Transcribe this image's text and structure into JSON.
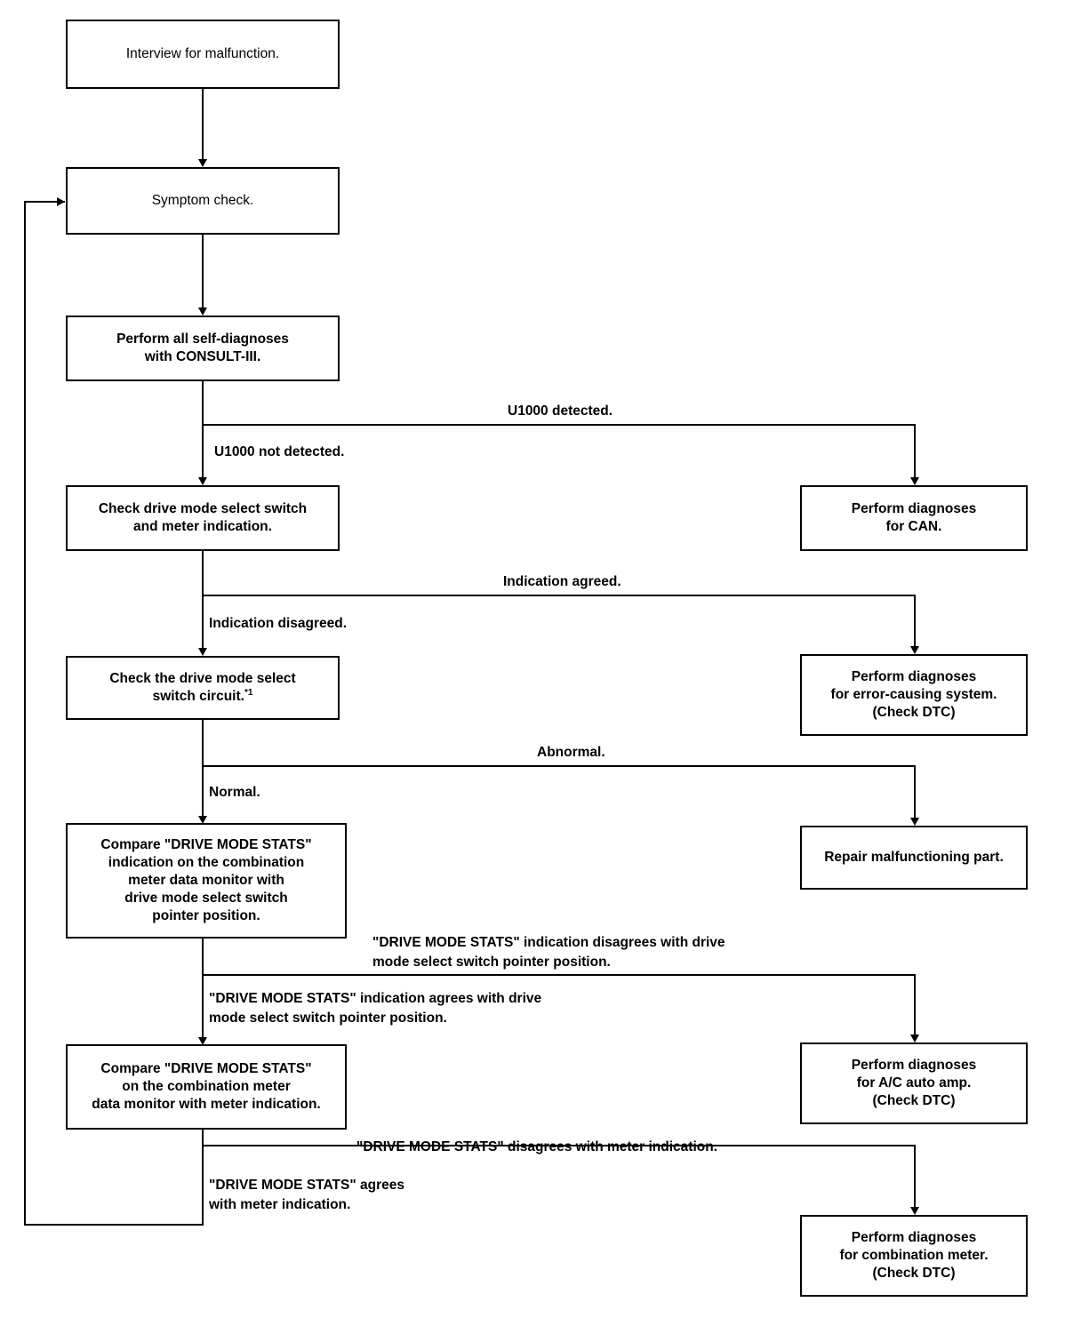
{
  "diagram": {
    "title": "Drive mode select switch diagnosis work flow",
    "type": "flowchart",
    "orientation": "top-to-bottom",
    "line_color": "#000000",
    "background_color": "#ffffff",
    "footnote_marker": "*1"
  },
  "nodes": [
    {
      "id": "interview",
      "label": "Interview for malfunction.",
      "column": "main",
      "bold": false
    },
    {
      "id": "symptom_check",
      "label": "Symptom check.",
      "column": "main",
      "bold": false
    },
    {
      "id": "self_diagnoses",
      "label": "Perform all self-diagnoses\nwith CONSULT-III.",
      "column": "main",
      "bold": true
    },
    {
      "id": "check_switch_meter",
      "label": "Check drive mode select switch\nand meter indication.",
      "column": "main",
      "bold": true
    },
    {
      "id": "check_circuit",
      "label": "Check the drive mode select\nswitch circuit.",
      "label_suffix": "*1",
      "column": "main",
      "bold": true
    },
    {
      "id": "compare_pointer",
      "label": "Compare \"DRIVE MODE STATS\"\nindication on the combination\nmeter data monitor with\ndrive mode select switch\npointer position.",
      "column": "main",
      "bold": true
    },
    {
      "id": "compare_meter",
      "label": "Compare \"DRIVE MODE STATS\"\non the combination meter\ndata monitor with meter indication.",
      "column": "main",
      "bold": true
    },
    {
      "id": "diag_can",
      "label": "Perform diagnoses\nfor CAN.",
      "column": "right",
      "bold": true
    },
    {
      "id": "diag_error_system",
      "label": "Perform diagnoses\nfor error-causing system.\n(Check DTC)",
      "column": "right",
      "bold": true
    },
    {
      "id": "repair_part",
      "label": "Repair malfunctioning part.",
      "column": "right",
      "bold": true
    },
    {
      "id": "diag_ac_amp",
      "label": "Perform diagnoses\nfor A/C auto amp.\n(Check DTC)",
      "column": "right",
      "bold": true
    },
    {
      "id": "diag_comb_meter",
      "label": "Perform diagnoses\nfor combination meter.\n(Check DTC)",
      "column": "right",
      "bold": true
    }
  ],
  "edge_labels": {
    "u1000_detected": "U1000 detected.",
    "u1000_not_detected": "U1000 not detected.",
    "indication_agreed": "Indication agreed.",
    "indication_disagreed": "Indication disagreed.",
    "abnormal": "Abnormal.",
    "normal": "Normal.",
    "stats_disagrees_pointer": "\"DRIVE MODE STATS\" indication disagrees with drive\nmode select switch pointer position.",
    "stats_agrees_pointer": "\"DRIVE MODE STATS\" indication agrees with drive\nmode select switch pointer position.",
    "stats_disagrees_meter": "\"DRIVE MODE STATS\" disagrees with meter indication.",
    "stats_agrees_meter": "\"DRIVE MODE STATS\" agrees\nwith meter indication."
  }
}
